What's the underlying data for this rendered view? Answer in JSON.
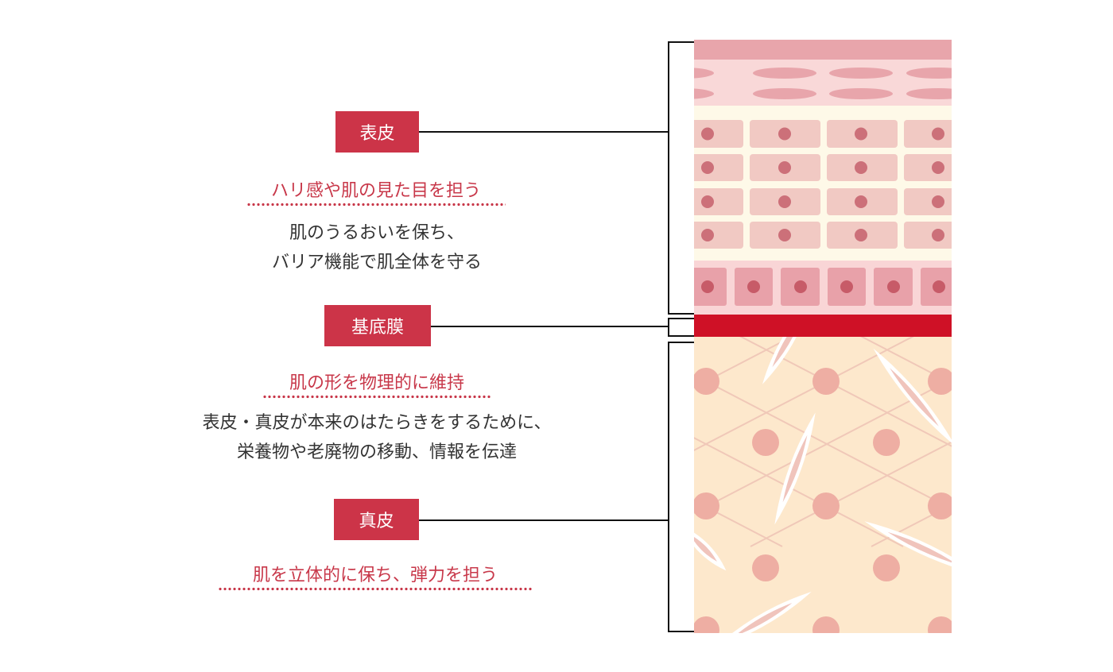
{
  "layers": [
    {
      "label": "表皮",
      "heading": "ハリ感や肌の見た目を担う",
      "description": [
        "肌のうるおいを保ち、",
        "バリア機能で肌全体を守る"
      ]
    },
    {
      "label": "基底膜",
      "heading": "肌の形を物理的に維持",
      "description": [
        "表皮・真皮が本来のはたらきをするために、",
        "栄養物や老廃物の移動、情報を伝達"
      ]
    },
    {
      "label": "真皮",
      "heading": "肌を立体的に保ち、弾力を担う"
    }
  ],
  "colors": {
    "accent": "#cc3448",
    "basement": "#cf1126",
    "dermis": "#fde8cc",
    "epidermis_cell": "#f1c9c3"
  }
}
